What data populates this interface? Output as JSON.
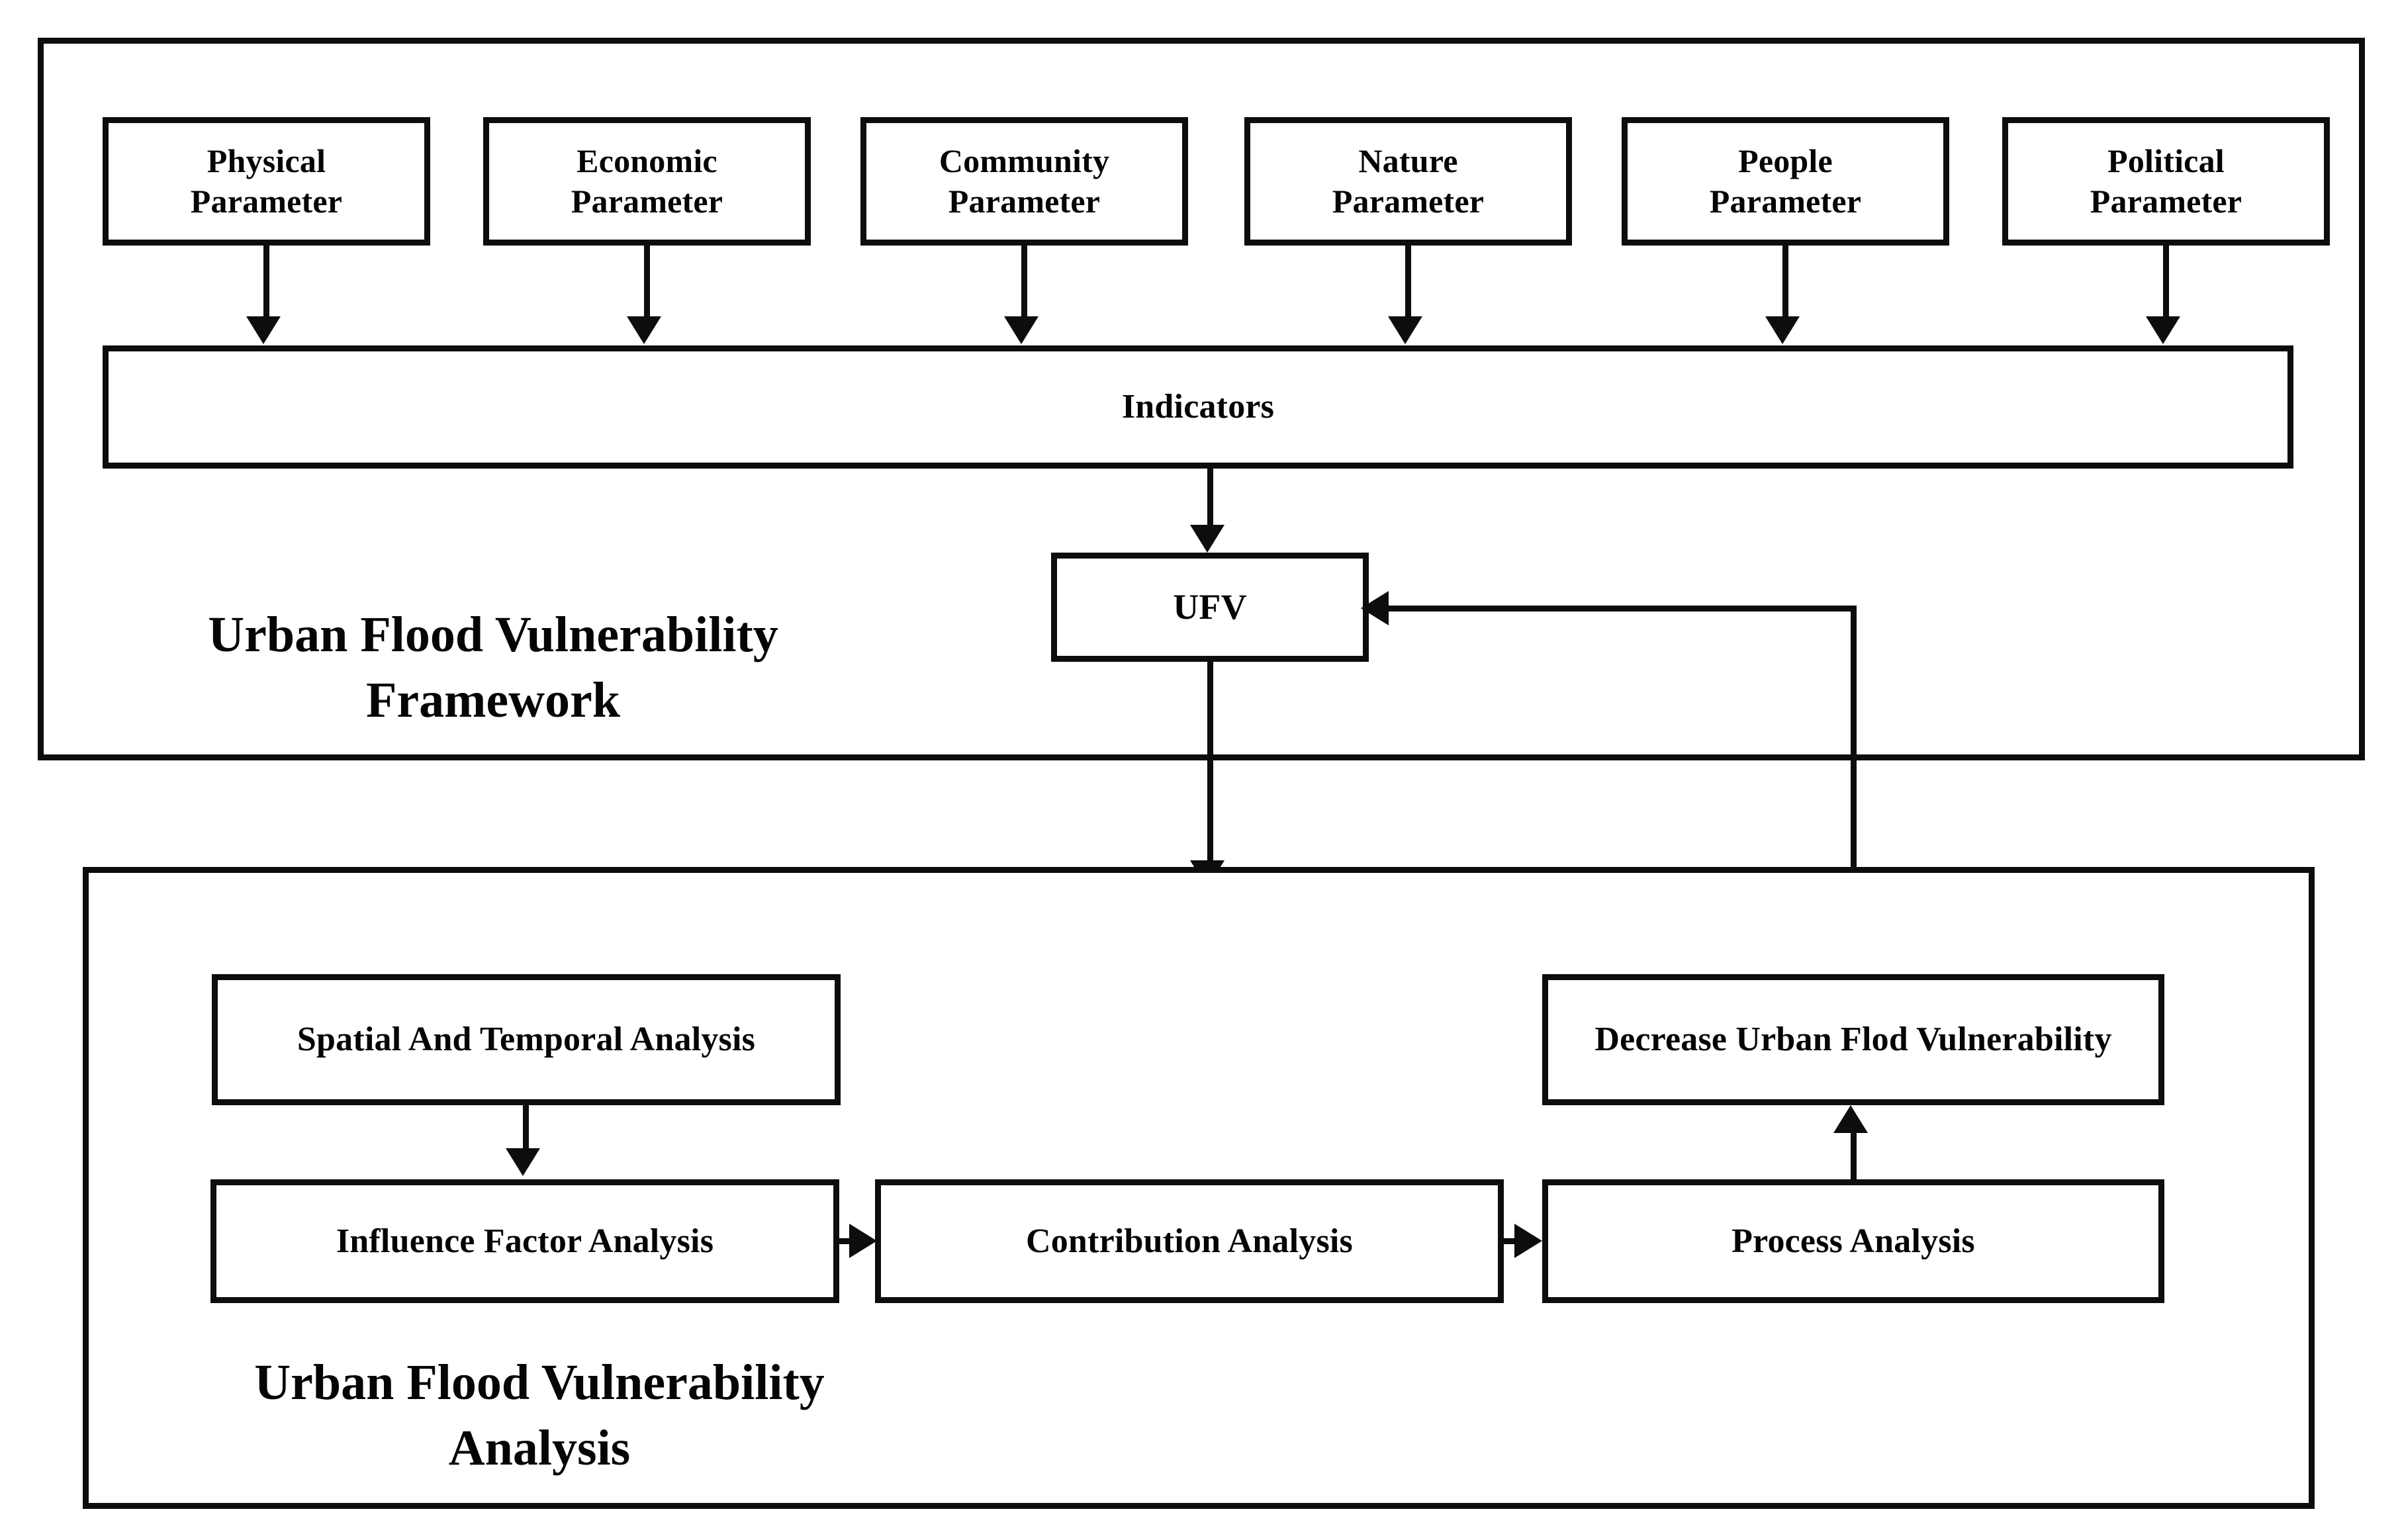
{
  "diagram": {
    "sections": {
      "framework": {
        "caption": "Urban Flood Vulnerability\nFramework"
      },
      "analysis": {
        "caption": "Urban Flood Vulnerability\nAnalysis"
      }
    },
    "parameters": [
      {
        "label": "Physical\nParameter"
      },
      {
        "label": "Economic\nParameter"
      },
      {
        "label": "Community\nParameter"
      },
      {
        "label": "Nature\nParameter"
      },
      {
        "label": "People\nParameter"
      },
      {
        "label": "Political\nParameter"
      }
    ],
    "indicators": {
      "label": "Indicators"
    },
    "ufv": {
      "label": "UFV"
    },
    "analysis_nodes": {
      "spatial": {
        "label": "Spatial And Temporal Analysis"
      },
      "influence": {
        "label": "Influence Factor Analysis"
      },
      "contribution": {
        "label": "Contribution  Analysis"
      },
      "process": {
        "label": "Process  Analysis"
      },
      "decrease": {
        "label": "Decrease Urban Flod Vulnerability"
      }
    },
    "colors": {
      "stroke": "#0d0d0d",
      "background": "#ffffff",
      "text": "#050505"
    }
  }
}
